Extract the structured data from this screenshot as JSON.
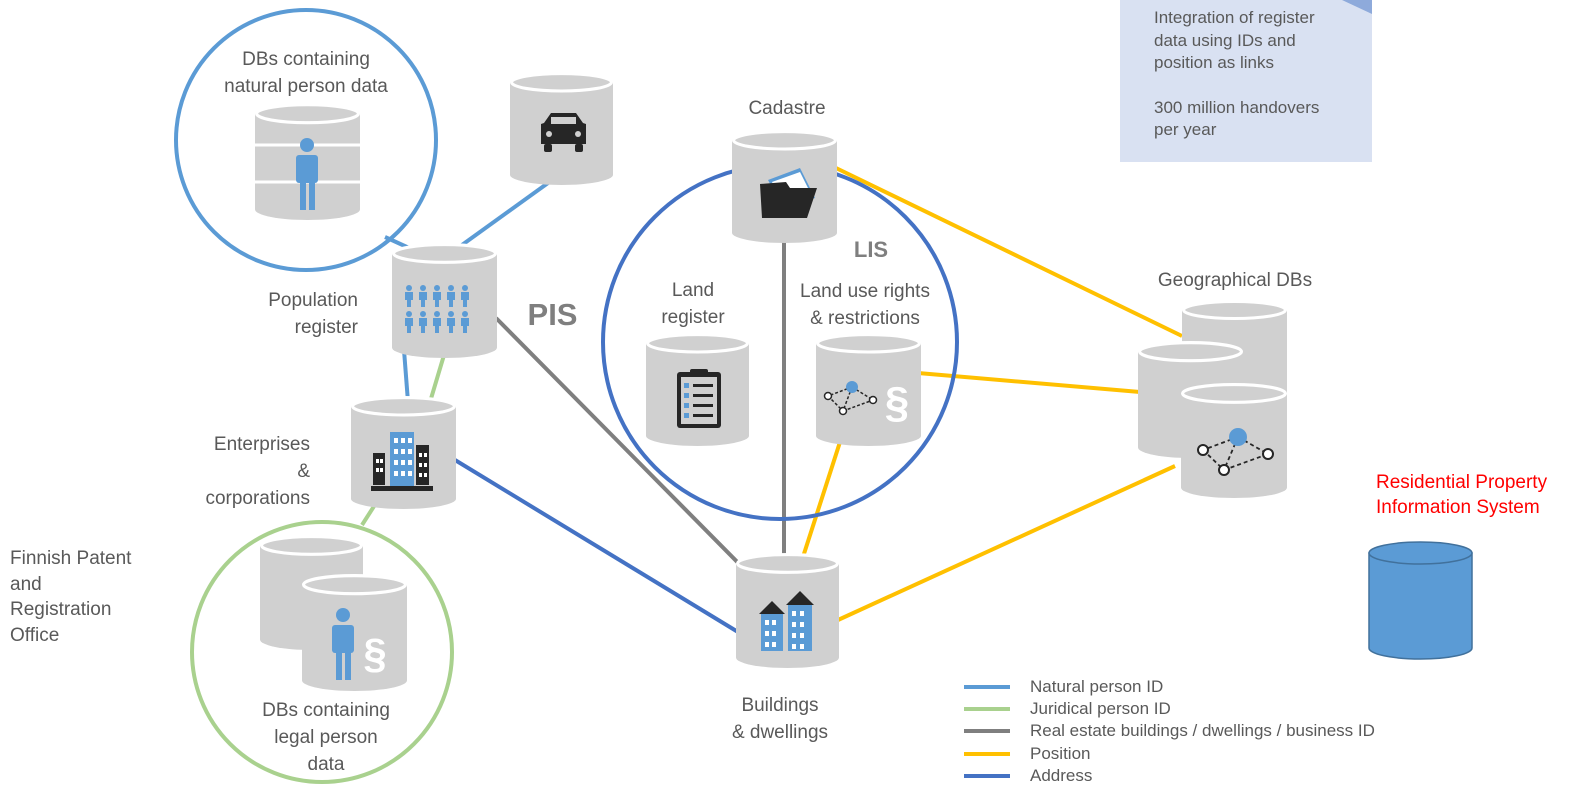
{
  "nodes": {
    "natural_person_dbs": "DBs containing\nnatural  person data",
    "population_register": "Population\nregister",
    "enterprises": "Enterprises\n&\ncorporations",
    "legal_person_dbs": "DBs containing\nlegal person\ndata",
    "cadastre": "Cadastre",
    "land_register": "Land\nregister",
    "land_use_rights": "Land use rights\n& restrictions",
    "geographical_dbs": "Geographical DBs",
    "buildings": "Buildings\n& dwellings",
    "pis": "PIS",
    "lis": "LIS",
    "finnish_patent": "Finnish Patent\nand\nRegistration\nOffice",
    "residential_property": "Residential Property\nInformation System"
  },
  "note": {
    "line1": "Integration  of register",
    "line2": "data using IDs and",
    "line3": "position as links",
    "line4": "300 million handovers",
    "line5": "per year"
  },
  "legend": [
    {
      "label": "Natural person ID",
      "color": "#5b9bd5"
    },
    {
      "label": "Juridical person ID",
      "color": "#a9d18e"
    },
    {
      "label": "Real estate buildings / dwellings / business ID",
      "color": "#7f7f7f"
    },
    {
      "label": "Position",
      "color": "#ffc000"
    },
    {
      "label": "Address",
      "color": "#4472c4"
    }
  ],
  "colors": {
    "natural_person": "#5b9bd5",
    "juridical_person": "#a9d18e",
    "real_estate": "#7f7f7f",
    "position": "#ffc000",
    "address": "#4472c4",
    "db_gray": "#d0d0d0",
    "rpis_db": "#5b9bd5",
    "rpis_text": "#ff0000"
  },
  "icons": {
    "natural_person_db": "person-icon",
    "vehicle_db": "car-icon",
    "population_register": "people-group-icon",
    "enterprises": "office-building-icon",
    "legal_person_db": "person-paragraph-icon",
    "cadastre": "folder-icon",
    "land_register": "clipboard-icon",
    "land_use_rights": "network-paragraph-icon",
    "geographical_dbs": "network-icon",
    "buildings": "buildings-icon"
  }
}
